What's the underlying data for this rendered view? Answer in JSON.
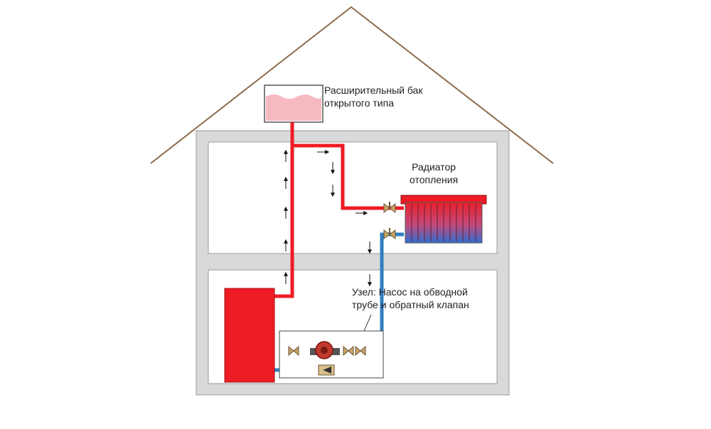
{
  "labels": {
    "tank": [
      "Расширительный бак",
      "открытого типа"
    ],
    "radiator": [
      "Радиатор",
      "отопления"
    ],
    "node": [
      "Узел: Насос на обводной",
      "трубе и обратный клапан"
    ]
  },
  "colors": {
    "supply": "#ee1c24",
    "return": "#2f7fc1",
    "walls": "#d9d9d9",
    "roof": "#8b6b4a",
    "boiler": "#ee1c24",
    "tank_water": "#f7b9c0",
    "valve": "#c8a46a"
  },
  "icons": [
    "flow-arrow-icon",
    "valve-icon",
    "pump-icon",
    "check-valve-icon"
  ]
}
